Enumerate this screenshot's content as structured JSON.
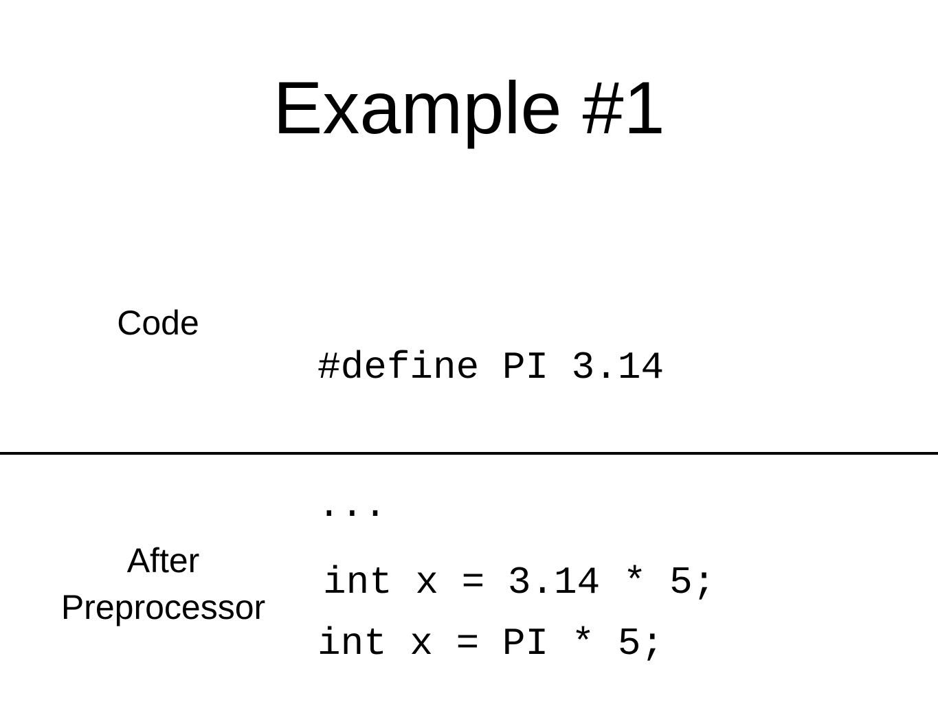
{
  "title": "Example #1",
  "code_section": {
    "label": "Code",
    "lines": [
      "#define PI 3.14",
      "...",
      "int x = PI * 5;"
    ]
  },
  "result_section": {
    "label_line1": "After",
    "label_line2": "Preprocessor",
    "line": "int x = 3.14 * 5;"
  }
}
